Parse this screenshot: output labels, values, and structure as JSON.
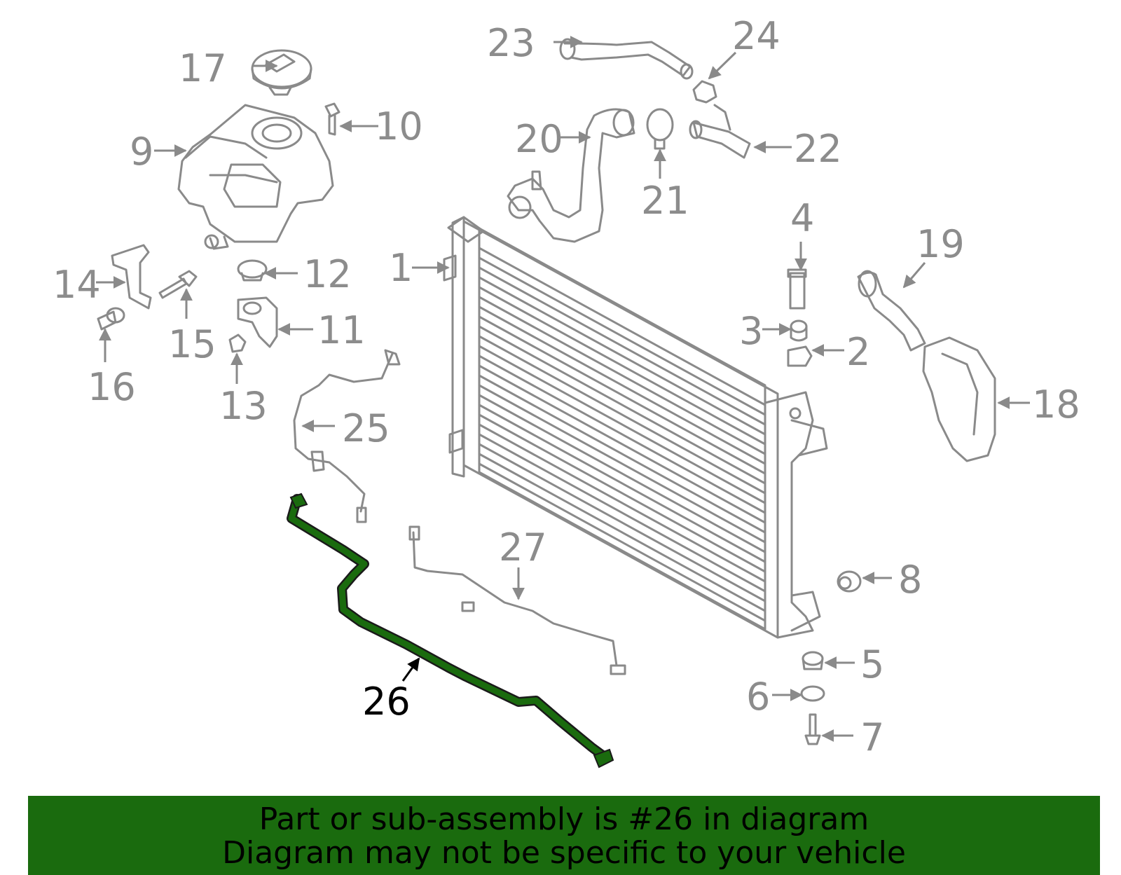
{
  "diagram": {
    "highlight_color": "#1a6b0e",
    "part_color": "#8a8a8a",
    "callouts": [
      {
        "id": "1",
        "label": "1"
      },
      {
        "id": "2",
        "label": "2"
      },
      {
        "id": "3",
        "label": "3"
      },
      {
        "id": "4",
        "label": "4"
      },
      {
        "id": "5",
        "label": "5"
      },
      {
        "id": "6",
        "label": "6"
      },
      {
        "id": "7",
        "label": "7"
      },
      {
        "id": "8",
        "label": "8"
      },
      {
        "id": "9",
        "label": "9"
      },
      {
        "id": "10",
        "label": "10"
      },
      {
        "id": "11",
        "label": "11"
      },
      {
        "id": "12",
        "label": "12"
      },
      {
        "id": "13",
        "label": "13"
      },
      {
        "id": "14",
        "label": "14"
      },
      {
        "id": "15",
        "label": "15"
      },
      {
        "id": "16",
        "label": "16"
      },
      {
        "id": "17",
        "label": "17"
      },
      {
        "id": "18",
        "label": "18"
      },
      {
        "id": "19",
        "label": "19"
      },
      {
        "id": "20",
        "label": "20"
      },
      {
        "id": "21",
        "label": "21"
      },
      {
        "id": "22",
        "label": "22"
      },
      {
        "id": "23",
        "label": "23"
      },
      {
        "id": "24",
        "label": "24"
      },
      {
        "id": "25",
        "label": "25"
      },
      {
        "id": "26",
        "label": "26",
        "highlighted": true
      },
      {
        "id": "27",
        "label": "27"
      }
    ]
  },
  "banner": {
    "background": "#1a6b0e",
    "line1": "Part or sub-assembly is #26 in diagram",
    "line2": "Diagram may not be specific to your vehicle"
  }
}
